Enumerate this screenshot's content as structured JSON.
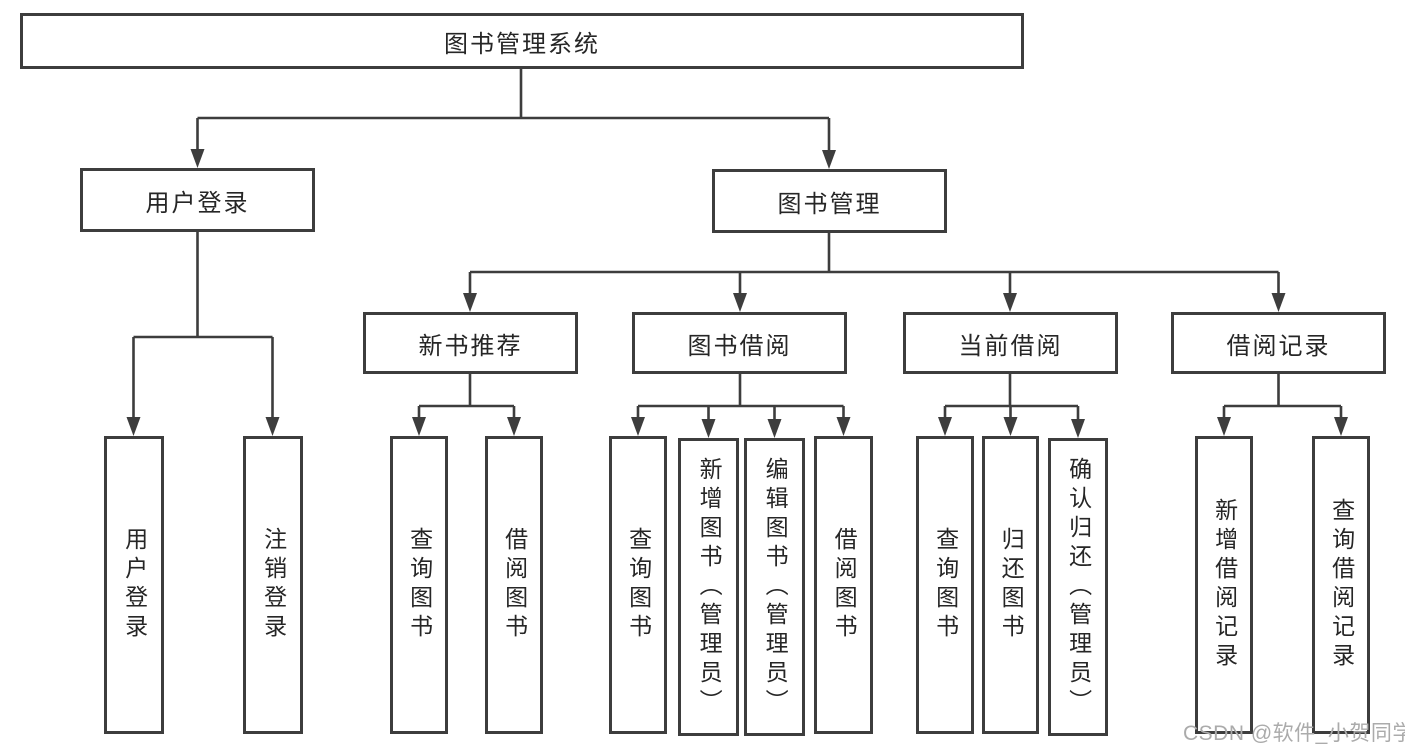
{
  "diagram": {
    "root": {
      "label": "图书管理系统"
    },
    "branches": [
      {
        "label": "用户登录",
        "children": [
          {
            "label": "用户登录"
          },
          {
            "label": "注销登录"
          }
        ]
      },
      {
        "label": "图书管理",
        "sections": [
          {
            "label": "新书推荐",
            "children": [
              {
                "label": "查询图书"
              },
              {
                "label": "借阅图书"
              }
            ]
          },
          {
            "label": "图书借阅",
            "children": [
              {
                "label": "查询图书"
              },
              {
                "label": "新增图书（管理员）"
              },
              {
                "label": "编辑图书（管理员）"
              },
              {
                "label": "借阅图书"
              }
            ]
          },
          {
            "label": "当前借阅",
            "children": [
              {
                "label": "查询图书"
              },
              {
                "label": "归还图书"
              },
              {
                "label": "确认归还（管理员）"
              }
            ]
          },
          {
            "label": "借阅记录",
            "children": [
              {
                "label": "新增借阅记录"
              },
              {
                "label": "查询借阅记录"
              }
            ]
          }
        ]
      }
    ]
  },
  "watermark": {
    "text": "CSDN @软件_小贺同学"
  },
  "colors": {
    "line": "#3d3d3d",
    "text": "#262626",
    "watermark": "#ababab",
    "canvas": "#ffffff"
  }
}
